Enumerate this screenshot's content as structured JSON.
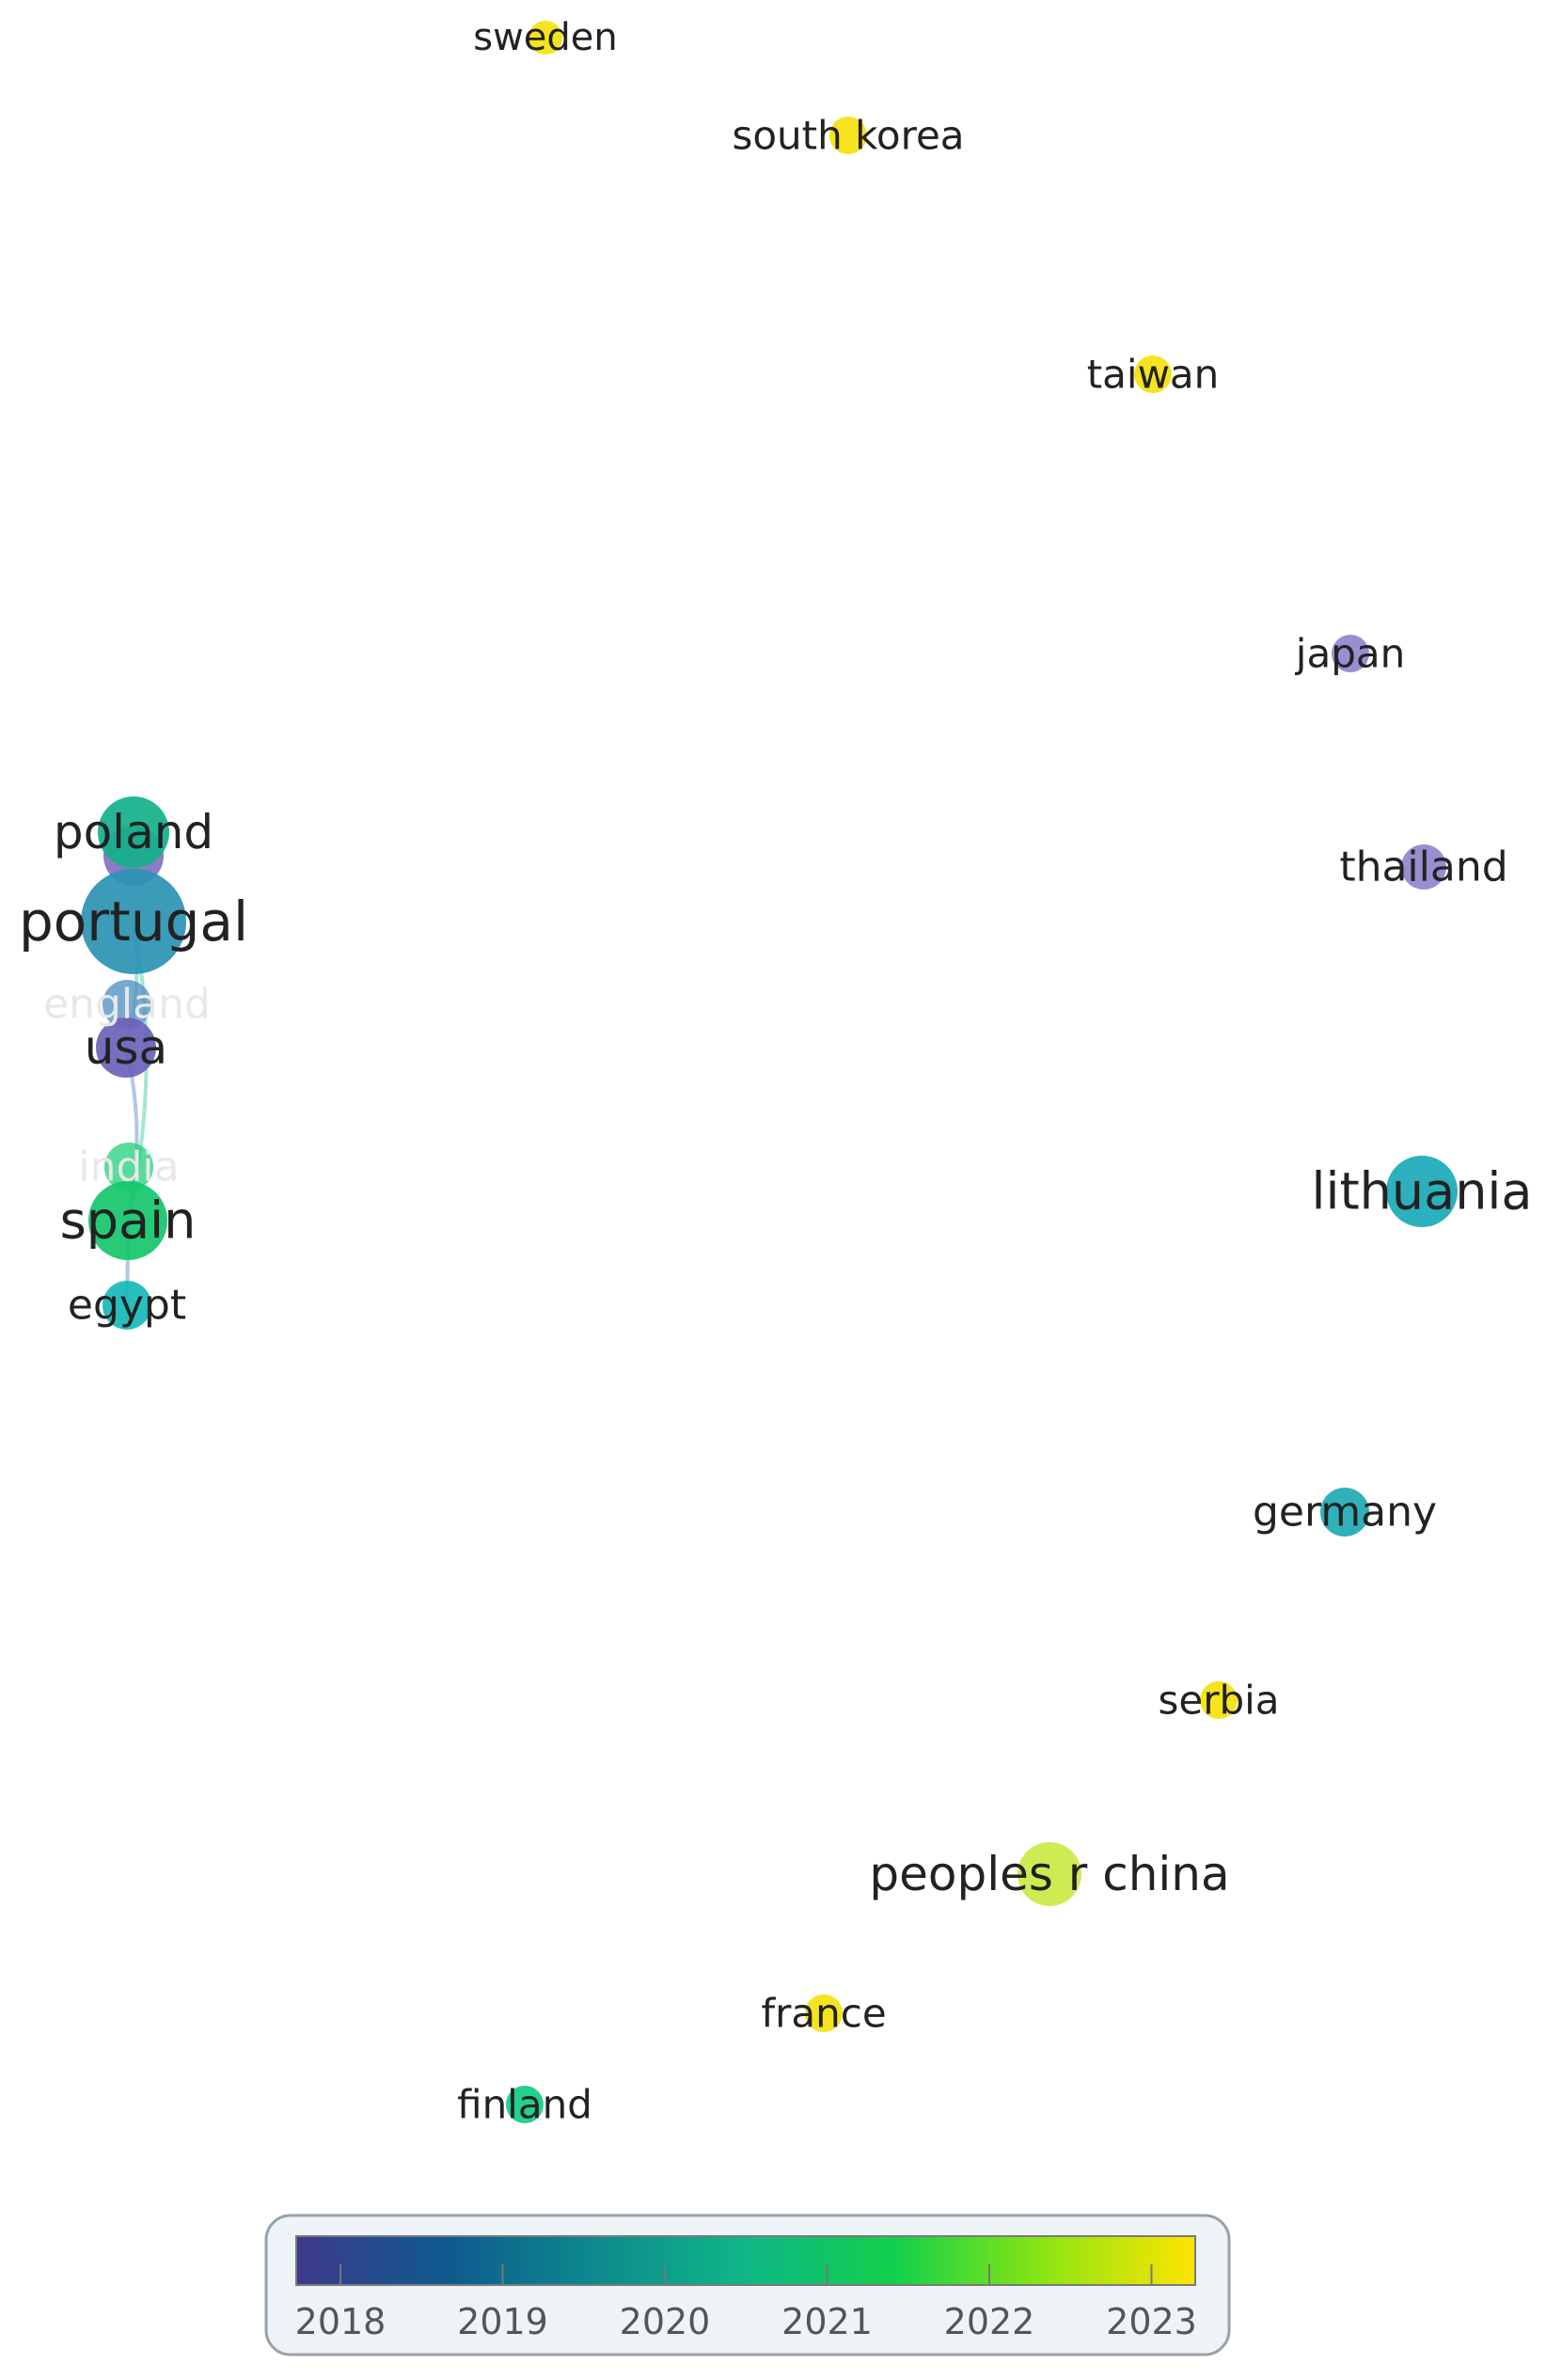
{
  "color_scale": {
    "stops": [
      "#3e3a8c",
      "#0e5a8e",
      "#0d8a8e",
      "#0fb787",
      "#12d04a",
      "#8ee512",
      "#ffe400"
    ],
    "ticks": [
      "2018",
      "2019",
      "2020",
      "2021",
      "2022",
      "2023"
    ]
  },
  "nodes": [
    {
      "id": "sweden",
      "label": "sweden",
      "year": 2023,
      "size": "small",
      "color": "#f5e10c"
    },
    {
      "id": "south-korea",
      "label": "south korea",
      "year": 2023,
      "size": "small",
      "color": "#f5e10c"
    },
    {
      "id": "taiwan",
      "label": "taiwan",
      "year": 2023,
      "size": "small",
      "color": "#f5e10c"
    },
    {
      "id": "japan",
      "label": "japan",
      "year": 2018.3,
      "size": "small",
      "color": "#8f84cc"
    },
    {
      "id": "thailand",
      "label": "thailand",
      "year": 2018.3,
      "size": "small",
      "color": "#8f84cc"
    },
    {
      "id": "poland",
      "label": "poland",
      "year": 2020.6,
      "size": "medium",
      "color": "#13b08a"
    },
    {
      "id": "portugal",
      "label": "portugal",
      "year": 2019.5,
      "size": "large",
      "color": "#2a93b3"
    },
    {
      "id": "england",
      "label": "england",
      "year": 2019.3,
      "size": "small",
      "faded": true,
      "color": "#4e8cbf"
    },
    {
      "id": "usa",
      "label": "usa",
      "year": 2018.3,
      "size": "medium",
      "color": "#6a62b8"
    },
    {
      "id": "india",
      "label": "india",
      "year": 2021.3,
      "size": "small",
      "faded": true,
      "color": "#22d07a"
    },
    {
      "id": "spain",
      "label": "spain",
      "year": 2021.4,
      "size": "medium",
      "color": "#15c56a"
    },
    {
      "id": "egypt",
      "label": "egypt",
      "year": 2020.3,
      "size": "small",
      "color": "#16b8b8"
    },
    {
      "id": "lithuania",
      "label": "lithuania",
      "year": 2019.8,
      "size": "medium",
      "color": "#1aa9b7"
    },
    {
      "id": "germany",
      "label": "germany",
      "year": 2020,
      "size": "small",
      "color": "#1eaab4"
    },
    {
      "id": "serbia",
      "label": "serbia",
      "year": 2023,
      "size": "small",
      "color": "#f5e10c"
    },
    {
      "id": "peoples-r-china",
      "label": "peoples r china",
      "year": 2022.5,
      "size": "medium",
      "color": "#c9ea45"
    },
    {
      "id": "france",
      "label": "france",
      "year": 2023,
      "size": "small",
      "color": "#f5e10c"
    },
    {
      "id": "finland",
      "label": "finland",
      "year": 2021.2,
      "size": "small",
      "color": "#12cd86"
    }
  ],
  "links": [
    {
      "source": "portugal",
      "target": "spain"
    },
    {
      "source": "usa",
      "target": "spain"
    },
    {
      "source": "portugal",
      "target": "usa"
    },
    {
      "source": "spain",
      "target": "egypt"
    }
  ]
}
